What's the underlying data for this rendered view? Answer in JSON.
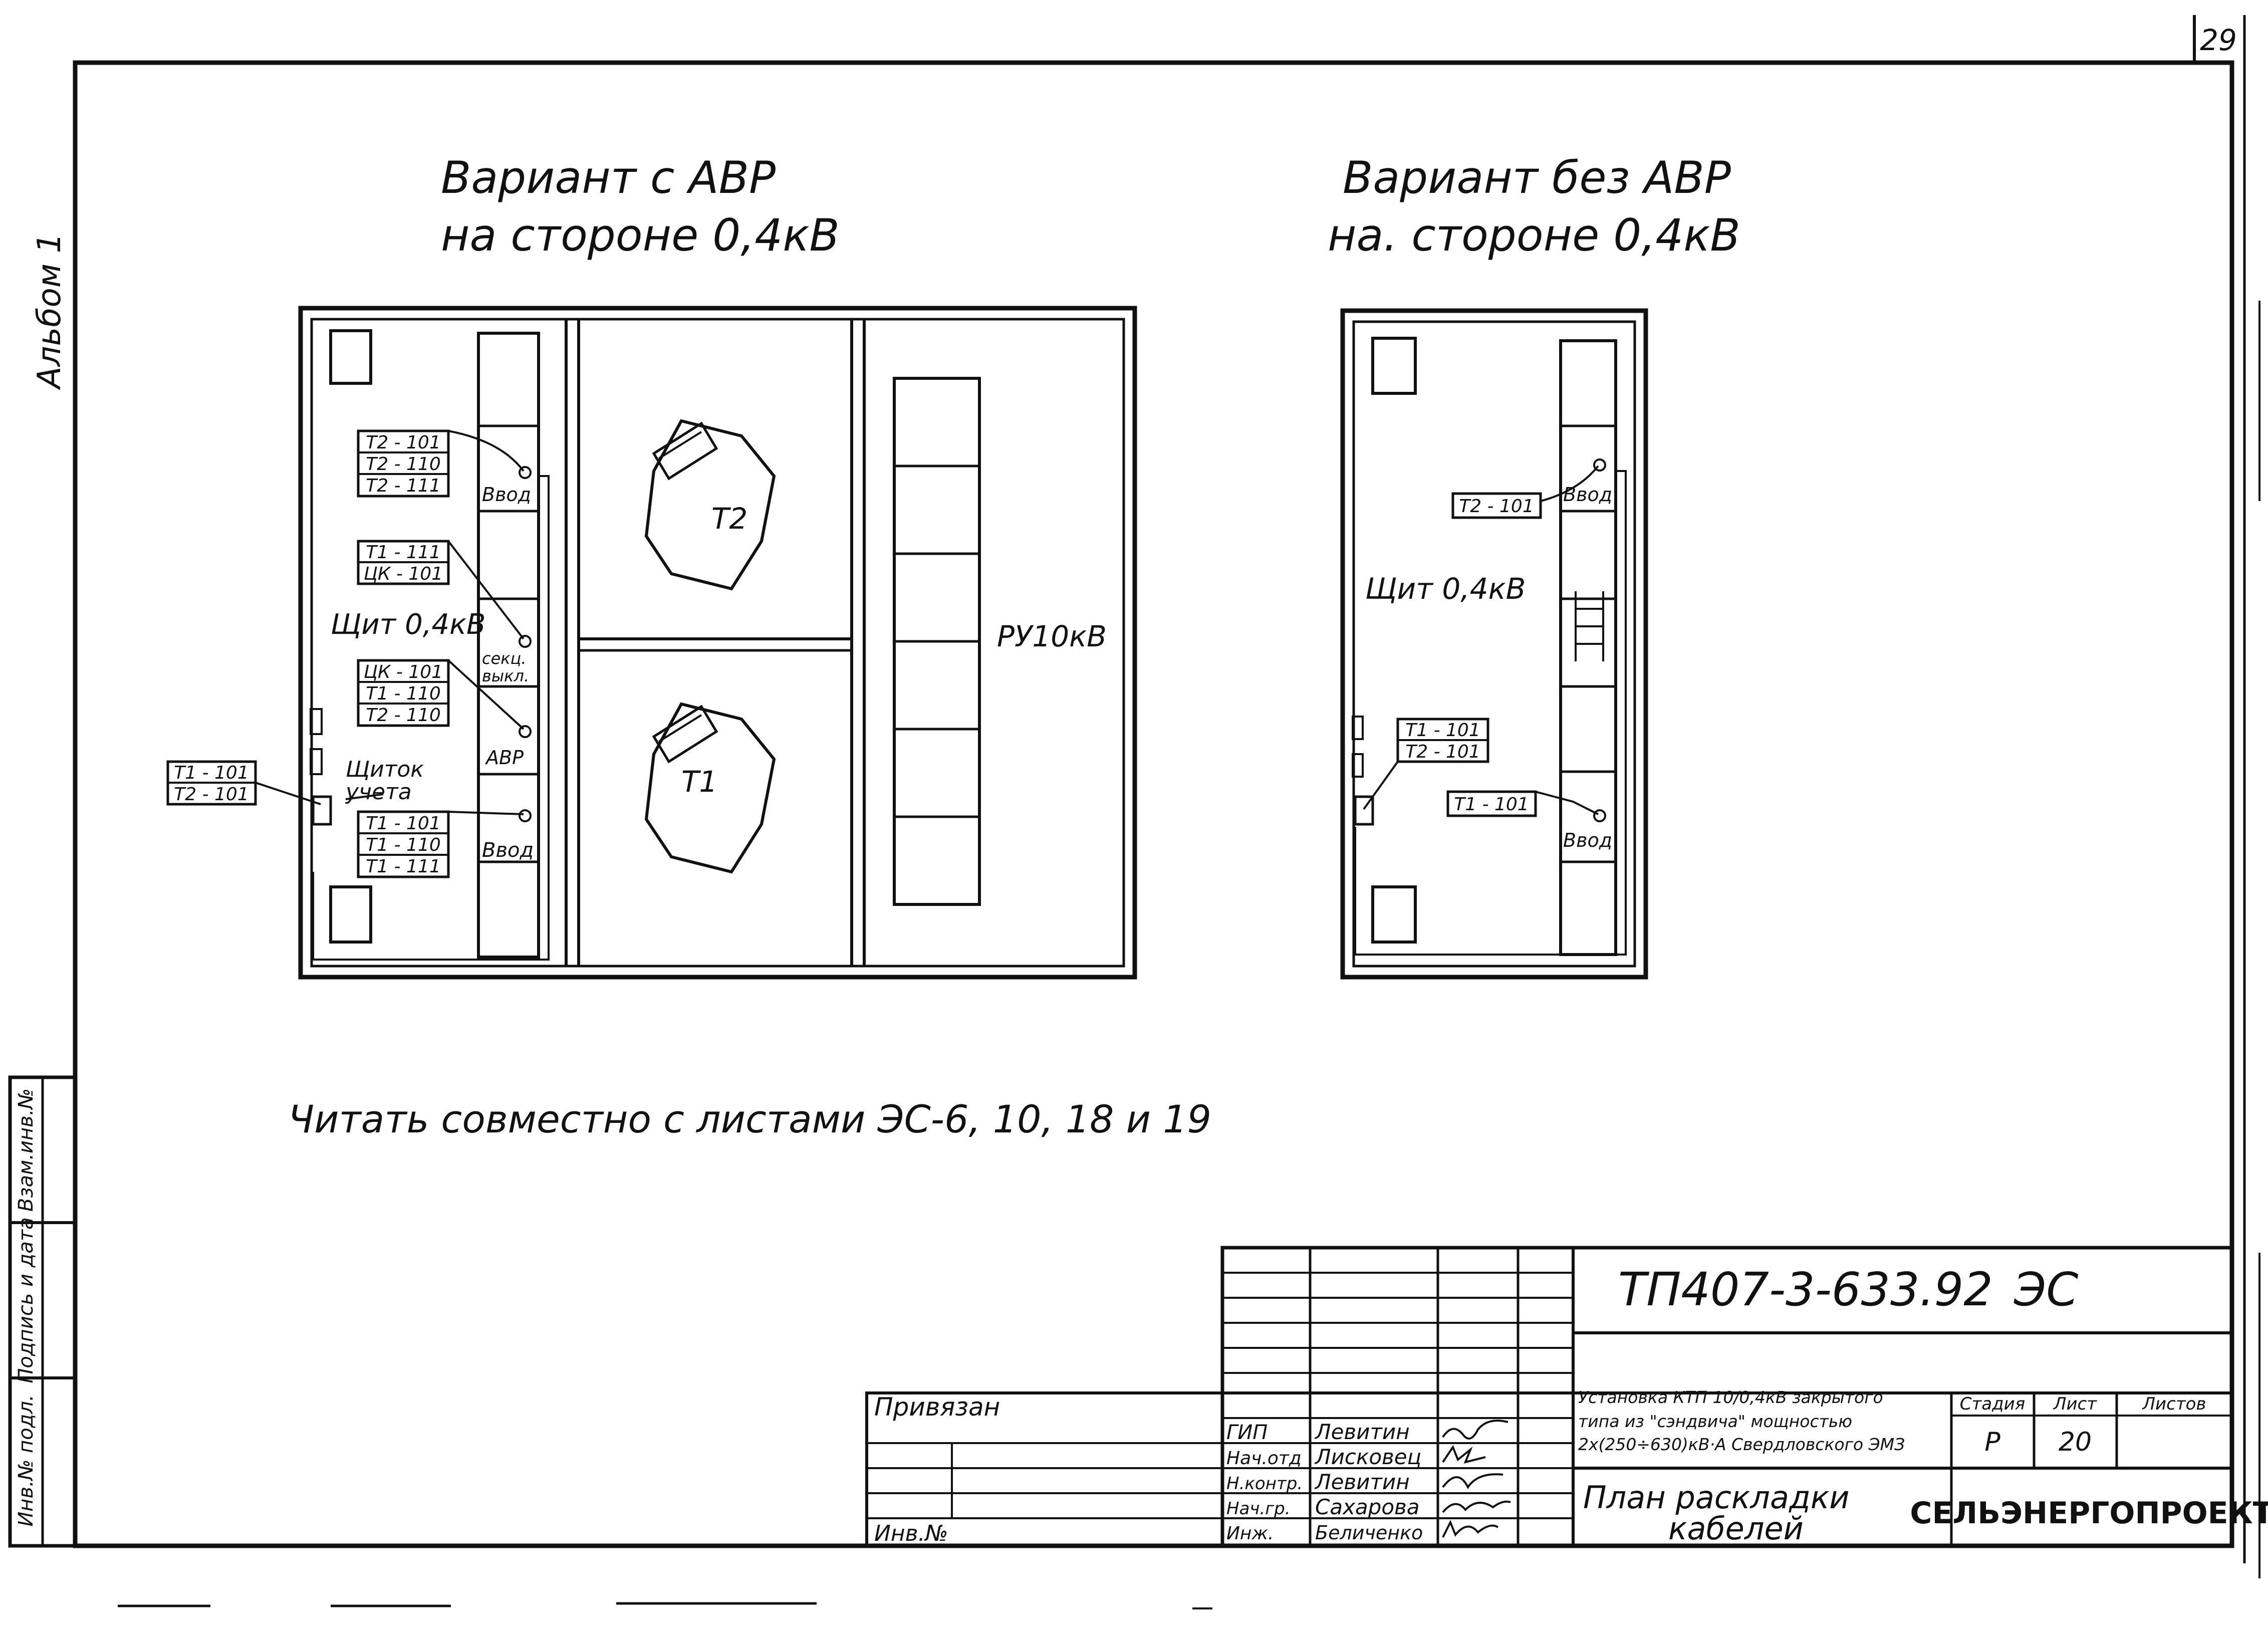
{
  "sheet": {
    "page_number": "29",
    "album_label": "Альбом 1",
    "side_stamp": [
      "Инв.№ подл.",
      "Подпись и дата",
      "Взам.инв.№"
    ]
  },
  "variant_avr": {
    "title_line1": "Вариант с АВР",
    "title_line2": "на стороне 0,4кВ",
    "panel_label": "Щит 0,4кВ",
    "meter_label_1": "Щиток",
    "meter_label_2": "учета",
    "ru_label": "РУ10кВ",
    "transformer_t2": "Т2",
    "transformer_t1": "Т1",
    "cell_vvod_top": "Ввод",
    "cell_sekc_1": "секц.",
    "cell_sekc_2": "выкл.",
    "cell_avr": "АВР",
    "cell_vvod_bottom": "Ввод",
    "tags_group1": [
      "Т2 - 101",
      "Т2 - 110",
      "Т2 - 111"
    ],
    "tags_group2": [
      "Т1 - 111",
      "ЦК - 101"
    ],
    "tags_group3": [
      "ЦК - 101",
      "Т1 - 110",
      "Т2 - 110"
    ],
    "tags_group4": [
      "Т1 - 101",
      "Т1 - 110",
      "Т1 - 111"
    ],
    "tags_outside": [
      "Т1 - 101",
      "Т2 - 101"
    ]
  },
  "variant_no_avr": {
    "title_line1": "Вариант без АВР",
    "title_line2": "на. стороне 0,4кВ",
    "panel_label": "Щит 0,4кВ",
    "cell_vvod_top": "Ввод",
    "cell_vvod_bottom": "Ввод",
    "tag_top": "Т2 - 101",
    "tags_meter": [
      "Т1 - 101",
      "Т2 - 101"
    ],
    "tag_bottom": "Т1 - 101"
  },
  "note": "Читать совместно с листами ЭС-6, 10, 18 и 19",
  "title_block": {
    "doc_code": "ТП407-3-633.92",
    "doc_suffix": "ЭС",
    "bound_label": "Привязан",
    "inv_label": "Инв.№",
    "roles": [
      "ГИП",
      "Нач.отд",
      "Н.контр.",
      "Нач.гр.",
      "Инж."
    ],
    "names": [
      "Левитин",
      "Лисковец",
      "Левитин",
      "Сахарова",
      "Беличенко"
    ],
    "description_line1": "Установка КТП 10/0,4кВ закрытого",
    "description_line2": "типа из \"сэндвича\" мощностью",
    "description_line3": "2х(250÷630)кВ·А Свердловского ЭМЗ",
    "stage_header": "Стадия",
    "sheet_header": "Лист",
    "sheets_header": "Листов",
    "stage_value": "Р",
    "sheet_value": "20",
    "sheets_value": "",
    "plan_title_1": "План раскладки",
    "plan_title_2": "кабелей",
    "organization": "СЕЛЬЭНЕРГОПРОЕКТ"
  }
}
